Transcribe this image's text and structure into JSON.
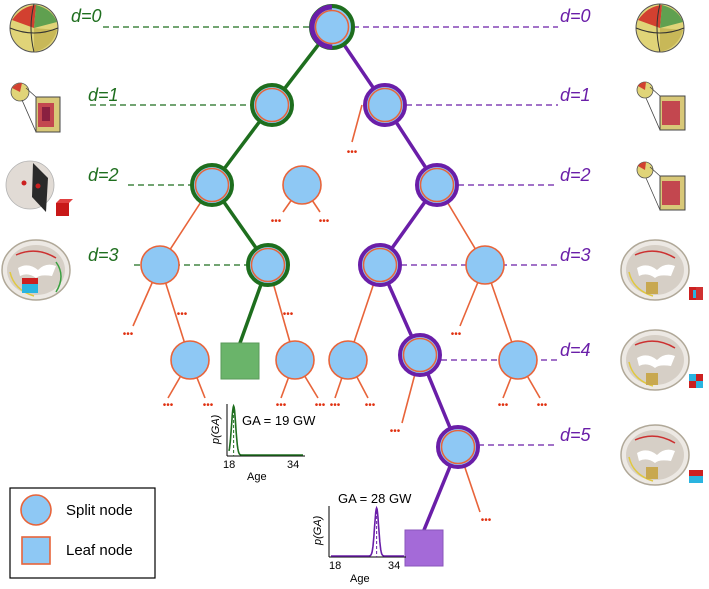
{
  "colors": {
    "green": "#1e6e1e",
    "purple": "#6a1ea8",
    "node_fill": "#8ec8f4",
    "node_stroke": "#e8643a",
    "leaf_green": "#6ab46a",
    "leaf_purple": "#a46ad8",
    "orange": "#e8643a",
    "dots": "#e03010"
  },
  "depth_labels": {
    "green": [
      "d=0",
      "d=1",
      "d=2",
      "d=3"
    ],
    "purple": [
      "d=0",
      "d=1",
      "d=2",
      "d=3",
      "d=4",
      "d=5"
    ]
  },
  "continuation_mark": "•••",
  "plot_green": {
    "annotation": "GA = 19 GW",
    "ylabel": "p(GA)",
    "xlabel": "Age",
    "tick_min": "18",
    "tick_max": "34",
    "peak_age": 19
  },
  "plot_purple": {
    "annotation": "GA = 28 GW",
    "ylabel": "p(GA)",
    "xlabel": "Age",
    "tick_min": "18",
    "tick_max": "34",
    "peak_age": 28
  },
  "legend": {
    "split": "Split node",
    "leaf": "Leaf node"
  },
  "icons": {
    "left": [
      "sphere-patch-icon",
      "sphere-zoom-icon",
      "plane-probe-icon",
      "brain-slice-probe-icon"
    ],
    "right": [
      "sphere-patch-icon",
      "sphere-zoom-icon",
      "sphere-zoom-icon",
      "brain-slice-probe-icon",
      "brain-slice-probe-icon",
      "brain-slice-probe-icon"
    ]
  }
}
